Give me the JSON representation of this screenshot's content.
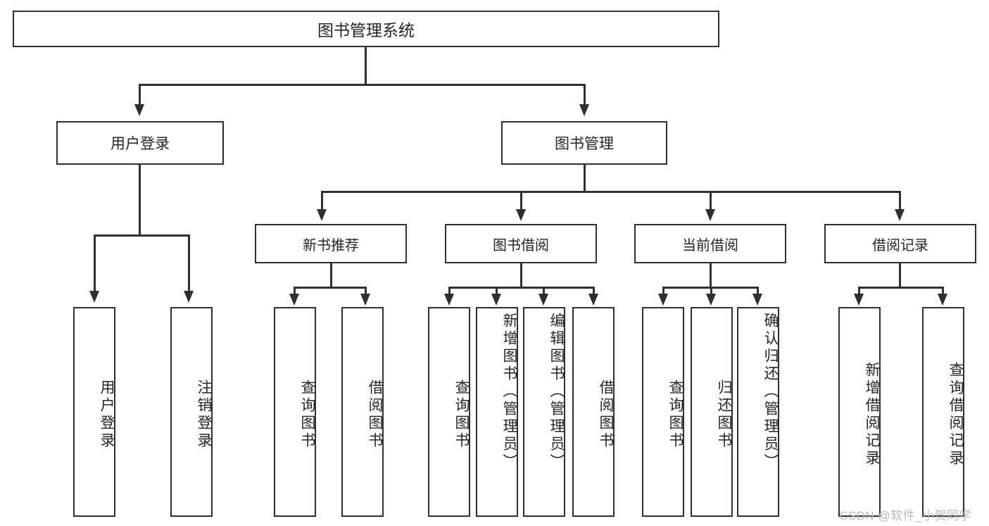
{
  "diagram": {
    "title": "图书管理系统",
    "type": "tree",
    "root": {
      "label": "图书管理系统"
    },
    "level1": [
      {
        "label": "用户登录"
      },
      {
        "label": "图书管理"
      }
    ],
    "level2": [
      {
        "label": "新书推荐"
      },
      {
        "label": "图书借阅"
      },
      {
        "label": "当前借阅"
      },
      {
        "label": "借阅记录"
      }
    ],
    "leaves": {
      "user_login": [
        {
          "label": "用户登录"
        },
        {
          "label": "注销登录"
        }
      ],
      "new_book_recommend": [
        {
          "label": "查询图书"
        },
        {
          "label": "借阅图书"
        }
      ],
      "book_borrow": [
        {
          "label": "查询图书"
        },
        {
          "label": "新增图书（管理员）"
        },
        {
          "label": "编辑图书（管理员）"
        },
        {
          "label": "借阅图书"
        }
      ],
      "current_borrow": [
        {
          "label": "查询图书"
        },
        {
          "label": "归还图书"
        },
        {
          "label": "确认归还（管理员）"
        }
      ],
      "borrow_record": [
        {
          "label": "新增借阅记录"
        },
        {
          "label": "查询借阅记录"
        }
      ]
    }
  },
  "watermark": {
    "text": "CSDN @软件_小贺同学"
  },
  "colors": {
    "stroke": "#2f2f2f",
    "text": "#242424",
    "background": "#ffffff",
    "watermark": "#b9b9b9"
  }
}
